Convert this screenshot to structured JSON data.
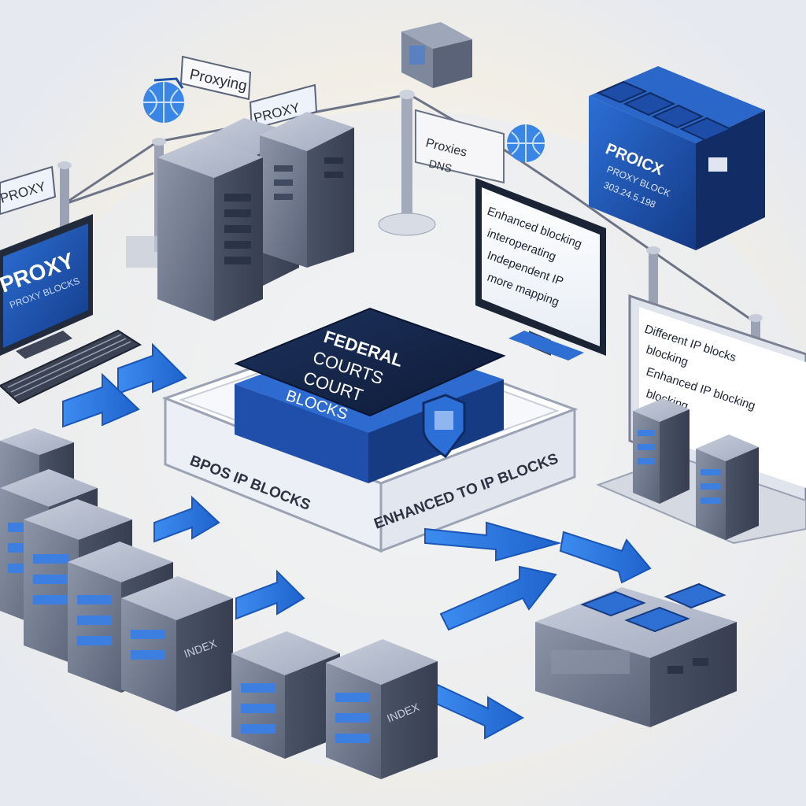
{
  "colors": {
    "background": "#f4f1ea",
    "server_dark": "#4a5468",
    "server_mid": "#7e889c",
    "server_light": "#aeb6c6",
    "accent_blue": "#2f80e8",
    "book_navy": "#14254a",
    "screen_navy": "#1d3c7a"
  },
  "icons": [
    "globe-icon",
    "shield-badge-icon",
    "arrow-icon",
    "server-icon",
    "monitor-icon",
    "keyboard-icon"
  ],
  "signs": {
    "top_left_tag": "Proxying",
    "proxy_tag_center": "PROXY",
    "proxy_tag_left": "PROXY"
  },
  "left_monitor": {
    "title": "PROXY",
    "subtitle": "PROXY BLOCKS"
  },
  "top_right_server": {
    "title": "PROICX",
    "line1": "PROXY BLOCK",
    "line2": "303.24.5.198"
  },
  "center_banner": {
    "line1": "Proxies",
    "line2": "DNS"
  },
  "center_monitor": {
    "line1": "Enhanced blocking",
    "line2": "interoperating",
    "line3": "Independent IP",
    "line4": "more mapping"
  },
  "right_monitor": {
    "line1": "Different IP blocks",
    "line2": "blocking",
    "line3": "Enhanced IP blocking",
    "line4": "blocking"
  },
  "book": {
    "line1": "FEDERAL",
    "line2": "COURTS",
    "line3": "COURT",
    "line4": "BLOCKS"
  },
  "platform": {
    "left_text": "BPOS IP BLOCKS",
    "right_text": "ENHANCED TO IP BLOCKS"
  },
  "server_labels": {
    "front_left": "INDEX",
    "front_center": "INDEX"
  }
}
